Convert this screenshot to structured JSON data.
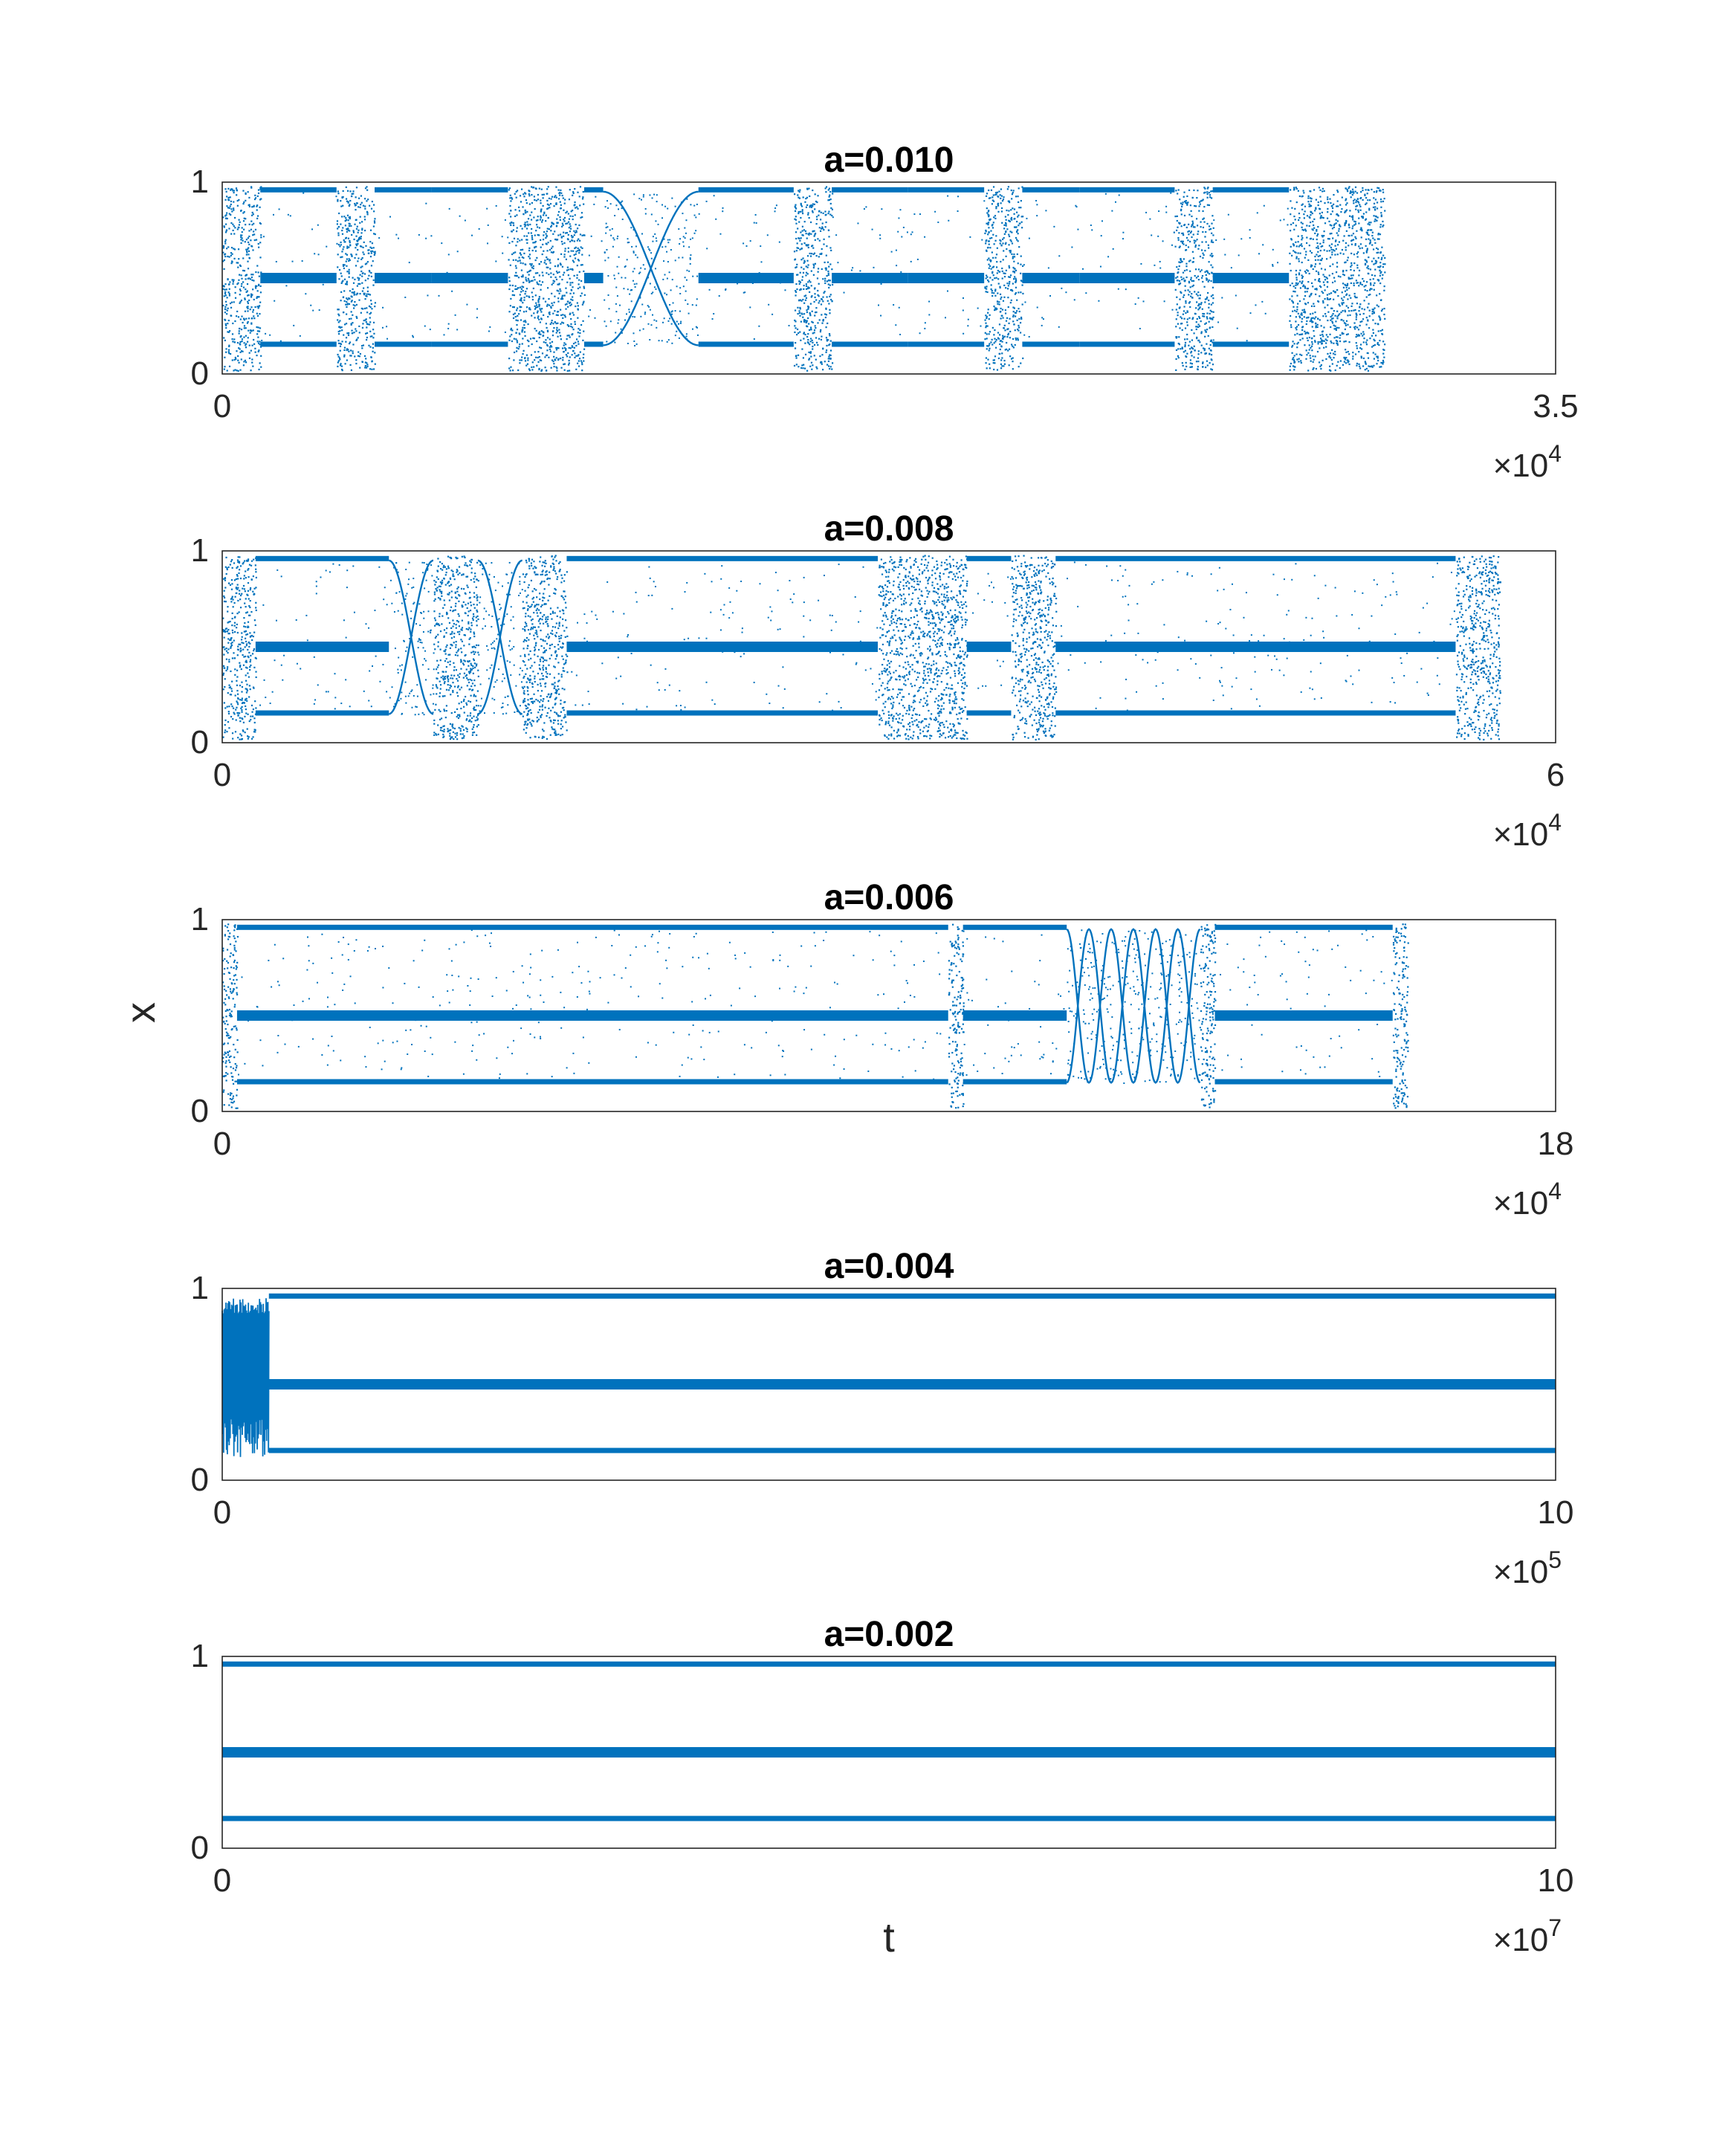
{
  "figure": {
    "ylabel": "x",
    "xlabel": "t",
    "marker_color": "#0072BD"
  },
  "chart_data": [
    {
      "type": "scatter",
      "title": "a=0.010",
      "xlim": [
        0,
        35000
      ],
      "ylim": [
        0,
        1
      ],
      "xtick_labels": [
        "0",
        "3.5"
      ],
      "ytick_labels": [
        "0",
        "1"
      ],
      "x_exponent": "4",
      "segments": [
        {
          "x": [
            0,
            1000
          ],
          "kind": "chaos"
        },
        {
          "x": [
            1000,
            3000
          ],
          "kind": "period3"
        },
        {
          "x": [
            3000,
            4000
          ],
          "kind": "chaos"
        },
        {
          "x": [
            4000,
            5500
          ],
          "kind": "period3"
        },
        {
          "x": [
            5500,
            7500
          ],
          "kind": "period3"
        },
        {
          "x": [
            7500,
            9500
          ],
          "kind": "chaos"
        },
        {
          "x": [
            9500,
            10000
          ],
          "kind": "period3"
        },
        {
          "x": [
            10000,
            12500
          ],
          "kind": "crossing"
        },
        {
          "x": [
            12500,
            15000
          ],
          "kind": "period3"
        },
        {
          "x": [
            15000,
            16000
          ],
          "kind": "chaos"
        },
        {
          "x": [
            16000,
            18000
          ],
          "kind": "period3"
        },
        {
          "x": [
            18000,
            20000
          ],
          "kind": "period3"
        },
        {
          "x": [
            20000,
            21000
          ],
          "kind": "chaos"
        },
        {
          "x": [
            21000,
            22500
          ],
          "kind": "period3"
        },
        {
          "x": [
            22500,
            25000
          ],
          "kind": "period3"
        },
        {
          "x": [
            25000,
            26000
          ],
          "kind": "chaos"
        },
        {
          "x": [
            26000,
            28000
          ],
          "kind": "period3"
        },
        {
          "x": [
            28000,
            30500
          ],
          "kind": "chaos"
        }
      ]
    },
    {
      "type": "scatter",
      "title": "a=0.008",
      "xlim": [
        0,
        60000
      ],
      "ylim": [
        0,
        1
      ],
      "xtick_labels": [
        "0",
        "6"
      ],
      "ytick_labels": [
        "0",
        "1"
      ],
      "x_exponent": "4",
      "segments": [
        {
          "x": [
            0,
            1500
          ],
          "kind": "chaos"
        },
        {
          "x": [
            1500,
            7500
          ],
          "kind": "period3"
        },
        {
          "x": [
            7500,
            9500
          ],
          "kind": "crossing"
        },
        {
          "x": [
            9500,
            11500
          ],
          "kind": "chaos"
        },
        {
          "x": [
            11500,
            13500
          ],
          "kind": "crossing"
        },
        {
          "x": [
            13500,
            15500
          ],
          "kind": "chaos"
        },
        {
          "x": [
            15500,
            29500
          ],
          "kind": "period3"
        },
        {
          "x": [
            29500,
            33500
          ],
          "kind": "chaos"
        },
        {
          "x": [
            33500,
            35500
          ],
          "kind": "period3"
        },
        {
          "x": [
            35500,
            37500
          ],
          "kind": "chaos"
        },
        {
          "x": [
            37500,
            55500
          ],
          "kind": "period3"
        },
        {
          "x": [
            55500,
            57500
          ],
          "kind": "chaos"
        }
      ]
    },
    {
      "type": "scatter",
      "title": "a=0.006",
      "xlim": [
        0,
        180000
      ],
      "ylim": [
        0,
        1
      ],
      "xtick_labels": [
        "0",
        "18"
      ],
      "ytick_labels": [
        "0",
        "1"
      ],
      "x_exponent": "4",
      "segments": [
        {
          "x": [
            0,
            2000
          ],
          "kind": "chaos"
        },
        {
          "x": [
            2000,
            98000
          ],
          "kind": "period3"
        },
        {
          "x": [
            98000,
            100000
          ],
          "kind": "chaos"
        },
        {
          "x": [
            100000,
            114000
          ],
          "kind": "period3"
        },
        {
          "x": [
            114000,
            132000
          ],
          "kind": "crossing"
        },
        {
          "x": [
            132000,
            134000
          ],
          "kind": "chaos"
        },
        {
          "x": [
            134000,
            158000
          ],
          "kind": "period3"
        },
        {
          "x": [
            158000,
            160000
          ],
          "kind": "chaos"
        }
      ]
    },
    {
      "type": "scatter",
      "title": "a=0.004",
      "xlim": [
        0,
        1000000
      ],
      "ylim": [
        0,
        1
      ],
      "xtick_labels": [
        "0",
        "10"
      ],
      "ytick_labels": [
        "0",
        "1"
      ],
      "x_exponent": "5",
      "segments": [
        {
          "x": [
            0,
            35000
          ],
          "kind": "oscillation"
        },
        {
          "x": [
            35000,
            1000000
          ],
          "kind": "period3"
        }
      ]
    },
    {
      "type": "scatter",
      "title": "a=0.002",
      "xlim": [
        0,
        1000000000
      ],
      "ylim": [
        0,
        1
      ],
      "xtick_labels": [
        "0",
        "10"
      ],
      "ytick_labels": [
        "0",
        "1"
      ],
      "x_exponent": "7",
      "segments": [
        {
          "x": [
            0,
            1000000000
          ],
          "kind": "period3"
        }
      ]
    }
  ]
}
